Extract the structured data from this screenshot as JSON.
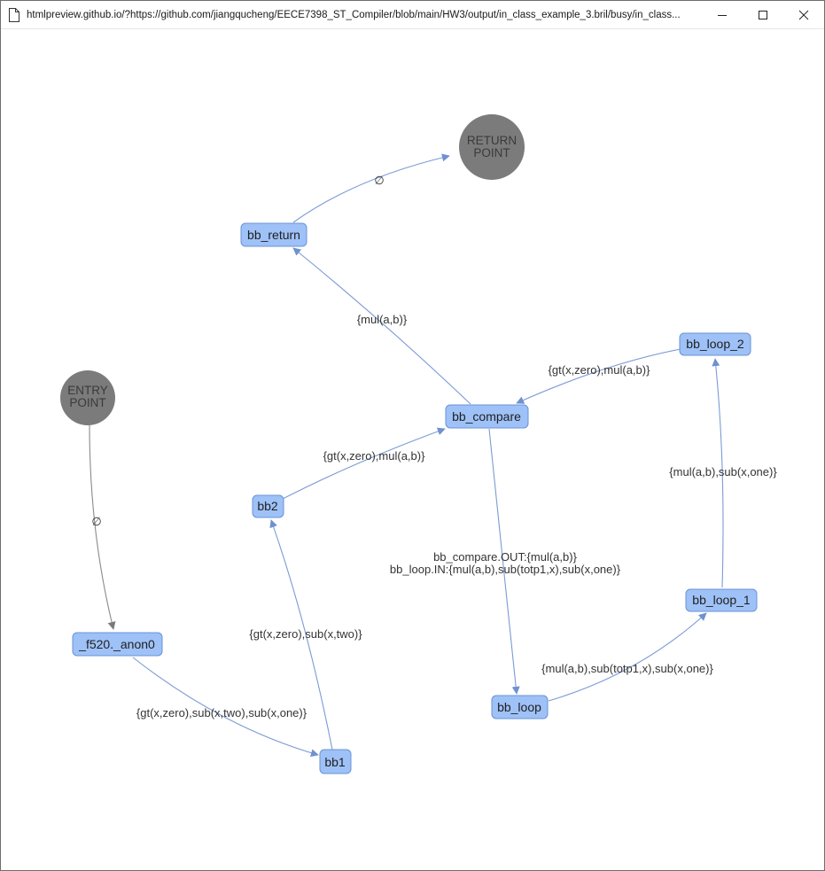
{
  "window": {
    "title": "htmlpreview.github.io/?https://github.com/jiangqucheng/EECE7398_ST_Compiler/blob/main/HW3/output/in_class_example_3.bril/busy/in_class..."
  },
  "colors": {
    "node_fill": "#9ec1f7",
    "node_border": "#6a93d6",
    "edge_blue": "#7b9bd4",
    "edge_gray": "#8a8a8a",
    "terminal_fill": "#7b7b7b",
    "label_text": "#333333"
  },
  "graph": {
    "terminals": {
      "entry": {
        "line1": "ENTRY",
        "line2": "POINT"
      },
      "return": {
        "line1": "RETURN",
        "line2": "POINT"
      }
    },
    "nodes": {
      "bb_return": "bb_return",
      "bb_compare": "bb_compare",
      "bb_loop_2": "bb_loop_2",
      "bb2": "bb2",
      "bb_loop_1": "bb_loop_1",
      "anon0": "_f520._anon0",
      "bb_loop": "bb_loop",
      "bb1": "bb1"
    },
    "edges": {
      "return_to_exit": "∅",
      "entry_to_anon0": "∅",
      "compare_to_return": "{mul(a,b)}",
      "loop2_to_compare": "{gt(x,zero),mul(a,b)}",
      "bb2_to_compare": "{gt(x,zero),mul(a,b)}",
      "loop1_to_loop2": "{mul(a,b),sub(x,one)}",
      "compare_to_loop_line1": "bb_compare.OUT:{mul(a,b)}",
      "compare_to_loop_line2": "bb_loop.IN:{mul(a,b),sub(totp1,x),sub(x,one)}",
      "bb1_to_bb2": "{gt(x,zero),sub(x,two)}",
      "loop_to_loop1": "{mul(a,b),sub(totp1,x),sub(x,one)}",
      "anon0_to_bb1": "{gt(x,zero),sub(x,two),sub(x,one)}"
    }
  }
}
